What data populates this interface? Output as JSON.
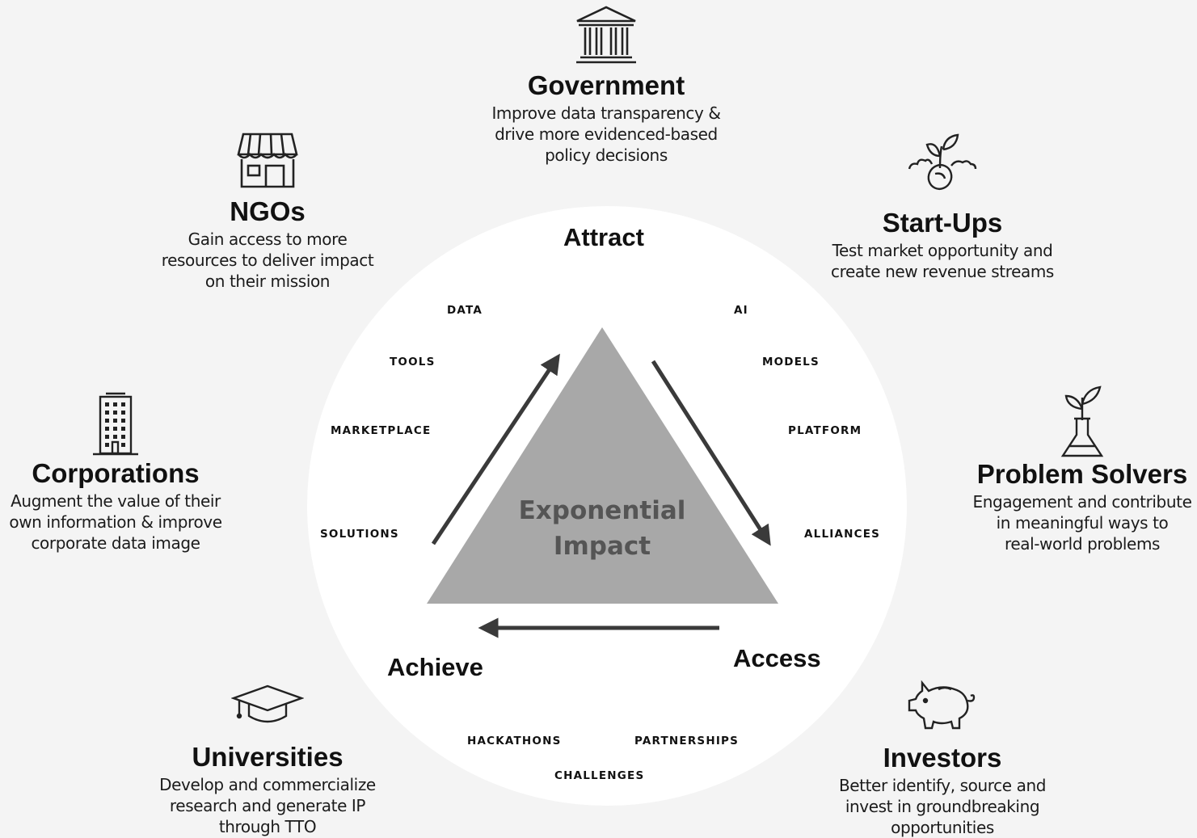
{
  "center": {
    "line1": "Exponential",
    "line2": "Impact"
  },
  "stages": {
    "attract": "Attract",
    "access": "Access",
    "achieve": "Achieve"
  },
  "keywords": {
    "data": "DATA",
    "tools": "TOOLS",
    "marketplace": "MARKETPLACE",
    "solutions": "SOLUTIONS",
    "ai": "AI",
    "models": "MODELS",
    "platform": "PLATFORM",
    "alliances": "ALLIANCES",
    "hackathons": "HACKATHONS",
    "partnerships": "PARTNERSHIPS",
    "challenges": "CHALLENGES"
  },
  "stakeholders": {
    "government": {
      "icon": "government-building-icon",
      "title": "Government",
      "lines": [
        "Improve data transparency &",
        "drive more evidenced-based",
        "policy decisions"
      ]
    },
    "ngos": {
      "icon": "storefront-icon",
      "title": "NGOs",
      "lines": [
        "Gain access to more",
        "resources to deliver impact",
        "on their mission"
      ]
    },
    "startups": {
      "icon": "sprout-icon",
      "title": "Start-Ups",
      "lines": [
        "Test market opportunity and",
        "create new revenue streams"
      ]
    },
    "corporations": {
      "icon": "office-building-icon",
      "title": "Corporations",
      "lines": [
        "Augment the value of their",
        "own information & improve",
        "corporate data image"
      ]
    },
    "problem_solvers": {
      "icon": "flask-plant-icon",
      "title": "Problem Solvers",
      "lines": [
        "Engagement and contribute",
        "in meaningful ways to",
        "real-world problems"
      ]
    },
    "universities": {
      "icon": "graduation-cap-icon",
      "title": "Universities",
      "lines": [
        "Develop and commercialize",
        "research and generate IP",
        "through TTO"
      ]
    },
    "investors": {
      "icon": "piggy-bank-icon",
      "title": "Investors",
      "lines": [
        "Better identify, source and",
        "invest in groundbreaking",
        "opportunities"
      ]
    }
  },
  "colors": {
    "background": "#f4f4f4",
    "circle": "#ffffff",
    "triangle": "#a8a8a8",
    "arrow": "#3a3a3a",
    "center_text": "#555555",
    "text": "#111111"
  }
}
